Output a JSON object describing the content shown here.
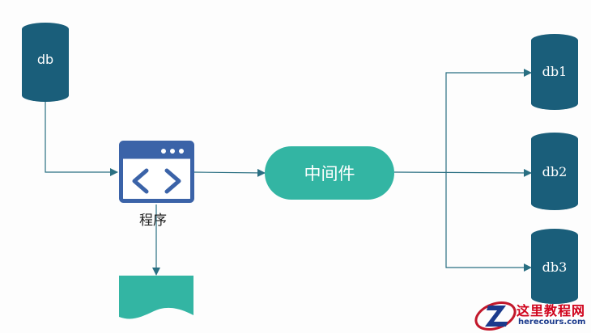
{
  "nodes": {
    "source_db": "db",
    "program": "程序",
    "middleware": "中间件",
    "target_db_1": "db1",
    "target_db_2": "db2",
    "target_db_3": "db3"
  },
  "colors": {
    "database": "#1a5e7a",
    "middleware": "#33b5a3",
    "program_icon": "#3b63a8",
    "document": "#33b5a3",
    "arrow": "#2a6f82"
  },
  "icons": {
    "program": "code-window-icon",
    "output": "document-icon"
  },
  "watermark": {
    "title": "这里教程网",
    "url": "herecours.com"
  }
}
